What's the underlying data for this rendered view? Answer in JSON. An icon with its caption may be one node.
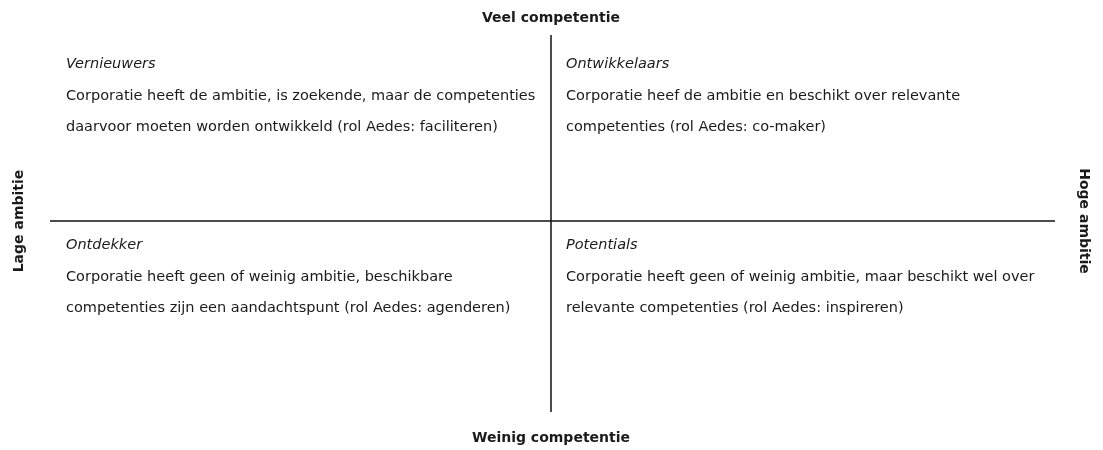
{
  "diagram": {
    "labels": [
      "Veel competentie",
      "Vernieuwers",
      "Corporatie heeft de ambitie, is zoekende, maar de competenties daarvoor moeten worden ontwikkeld (rol Aedes: faciliteren)",
      "Ontwikkelaars",
      "Corporatie heef de ambitie en beschikt over relevante competenties (rol Aedes: co-maker)",
      "Lage ambitie",
      "Hoge ambitie",
      "Ontdekker",
      "Corporatie heeft geen of weinig ambitie, beschikbare competenties zijn een aandachtspunt (rol Aedes: agenderen)",
      "Potentials",
      "Corporatie heeft geen of weinig ambitie, maar beschikt wel over relevante competenties (rol Aedes: inspireren)",
      "Weinig competentie"
    ]
  }
}
